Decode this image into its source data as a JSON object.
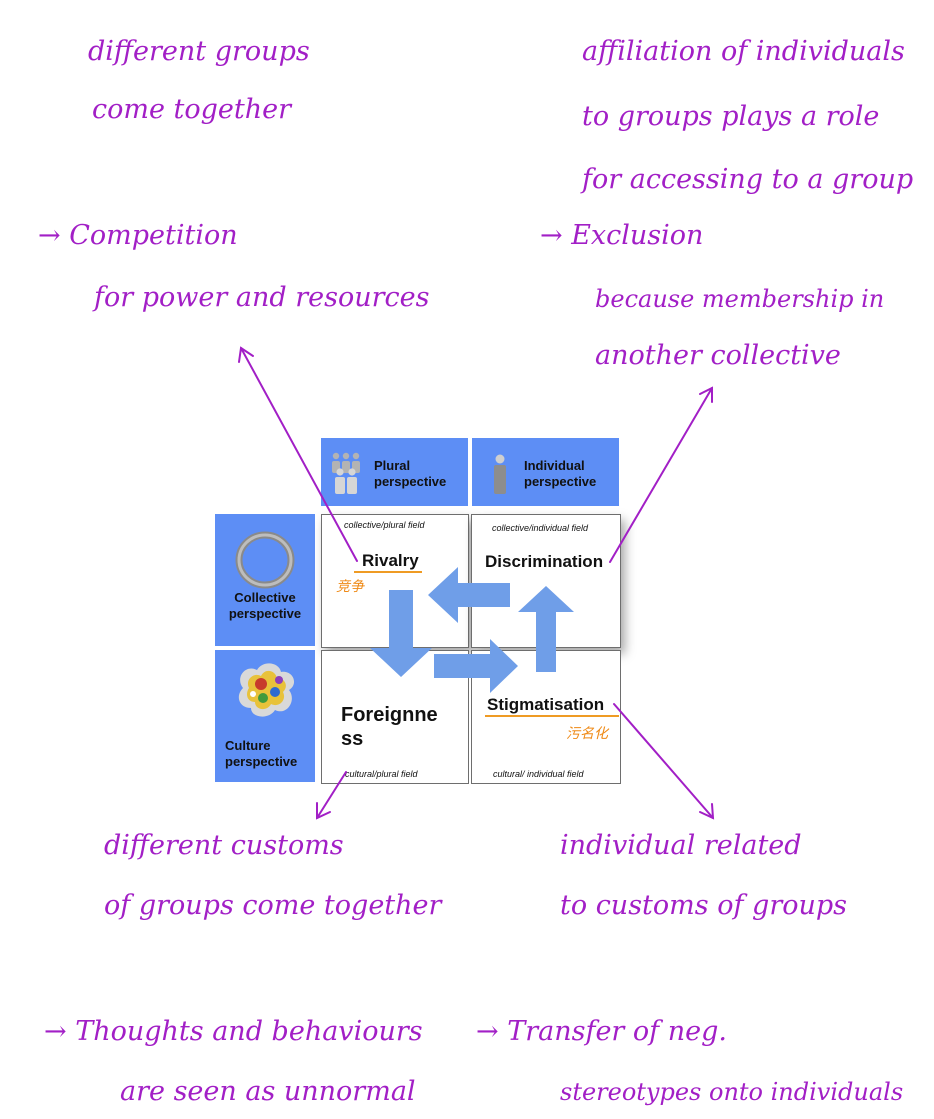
{
  "notes": {
    "top_left": [
      "different groups",
      "come together"
    ],
    "top_right": [
      "affiliation of individuals",
      "to groups plays a role",
      "for accessing to a group"
    ],
    "competition": [
      "→ Competition",
      "for power and resources"
    ],
    "exclusion": [
      "→ Exclusion",
      "because membership in",
      "another collective"
    ],
    "bottom_left": [
      "different customs",
      "of groups come together"
    ],
    "bottom_right": [
      "individual related",
      "to customs of groups"
    ],
    "conclusion_left": [
      "→ Thoughts and behaviours",
      "are seen as unnormal"
    ],
    "conclusion_right": [
      "→ Transfer of neg.",
      "stereotypes onto individuals"
    ]
  },
  "headers": {
    "plural": [
      "Plural",
      "perspective"
    ],
    "individual": [
      "Individual",
      "perspective"
    ],
    "collective": [
      "Collective",
      "perspective"
    ],
    "culture": [
      "Culture",
      "perspective"
    ]
  },
  "cells": {
    "rivalry": {
      "field": "collective/plural field",
      "title": "Rivalry",
      "cn": "竞争"
    },
    "discrimination": {
      "field": "collective/individual field",
      "title": "Discrimination"
    },
    "foreignness": {
      "field": "cultural/plural field",
      "title_lines": [
        "Foreignne",
        "ss"
      ]
    },
    "stigmatisation": {
      "field": "cultural/ individual field",
      "title": "Stigmatisation",
      "cn": "污名化"
    }
  },
  "colors": {
    "ink": "#a21fc6",
    "header_blue": "#5d8ef5",
    "arrow_blue": "#6f9ee8",
    "highlight": "#ef9b24"
  },
  "icons": [
    "people-group-icon",
    "person-icon",
    "ring-icon",
    "culture-splash-icon"
  ]
}
